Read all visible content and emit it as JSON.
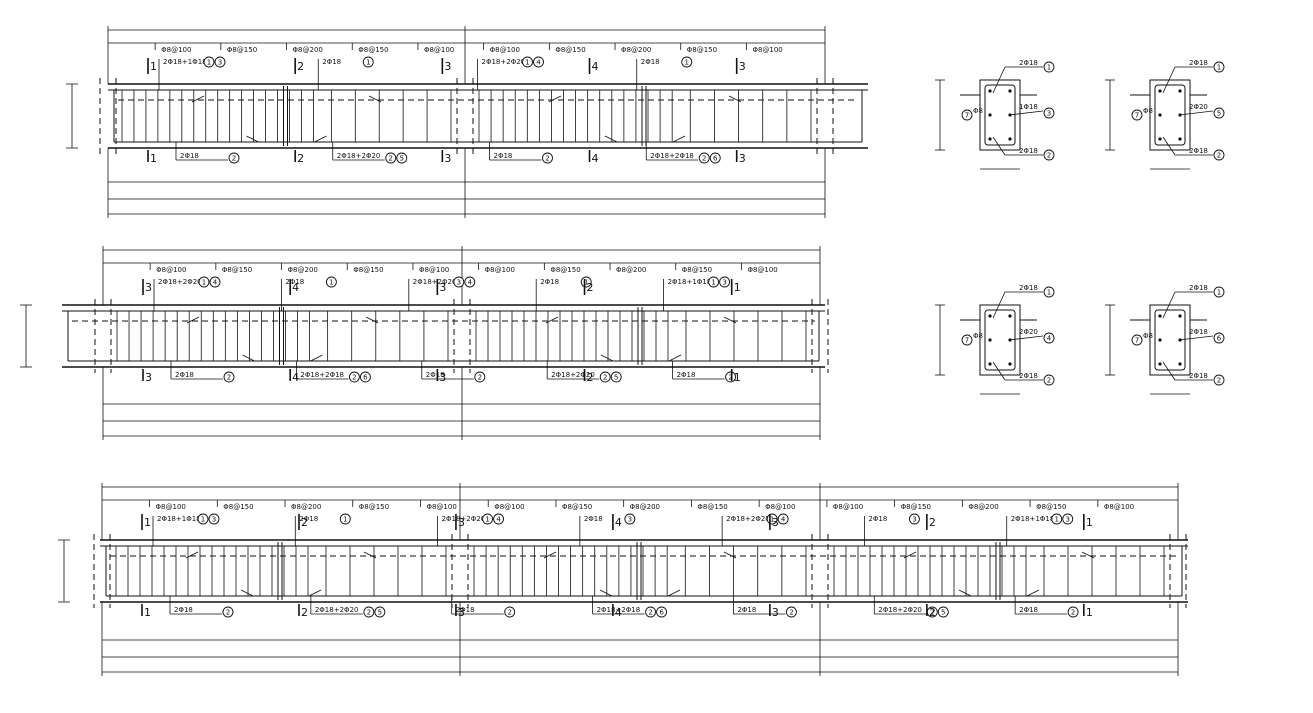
{
  "beams": [
    {
      "top_labels": [
        {
          "text": "Φ8@100"
        },
        {
          "text": "Φ8@150"
        },
        {
          "text": "Φ8@200"
        },
        {
          "text": "Φ8@150"
        },
        {
          "text": "Φ8@100"
        },
        {
          "text": "Φ8@100"
        },
        {
          "text": "Φ8@150"
        },
        {
          "text": "Φ8@200"
        },
        {
          "text": "Φ8@150"
        },
        {
          "text": "Φ8@100"
        }
      ],
      "rebar_top": [
        {
          "text": "2Φ18+1Φ18",
          "tags": [
            "1",
            "3"
          ]
        },
        {
          "text": "2Φ18",
          "tags": [
            "1"
          ]
        },
        {
          "text": "2Φ18+2Φ20",
          "tags": [
            "1",
            "4"
          ]
        },
        {
          "text": "2Φ18",
          "tags": [
            "1"
          ]
        }
      ],
      "rebar_bottom": [
        {
          "text": "2Φ18",
          "tags": [
            "2"
          ]
        },
        {
          "text": "2Φ18+2Φ20",
          "tags": [
            "2",
            "5"
          ]
        },
        {
          "text": "2Φ18",
          "tags": [
            "2"
          ]
        },
        {
          "text": "2Φ18+2Φ18",
          "tags": [
            "2",
            "6"
          ]
        }
      ],
      "sections": [
        "1",
        "2",
        "3",
        "4",
        "3"
      ]
    },
    {
      "top_labels": [
        {
          "text": "Φ8@100"
        },
        {
          "text": "Φ8@150"
        },
        {
          "text": "Φ8@200"
        },
        {
          "text": "Φ8@150"
        },
        {
          "text": "Φ8@100"
        },
        {
          "text": "Φ8@100"
        },
        {
          "text": "Φ8@150"
        },
        {
          "text": "Φ8@200"
        },
        {
          "text": "Φ8@150"
        },
        {
          "text": "Φ8@100"
        }
      ],
      "rebar_top": [
        {
          "text": "2Φ18+2Φ20",
          "tags": [
            "1",
            "4"
          ]
        },
        {
          "text": "2Φ18",
          "tags": [
            "1"
          ]
        },
        {
          "text": "2Φ18+2Φ20",
          "tags": [
            "3",
            "4"
          ]
        },
        {
          "text": "2Φ18",
          "tags": [
            "1"
          ]
        },
        {
          "text": "2Φ18+1Φ18",
          "tags": [
            "1",
            "3"
          ]
        }
      ],
      "rebar_bottom": [
        {
          "text": "2Φ18",
          "tags": [
            "2"
          ]
        },
        {
          "text": "2Φ18+2Φ18",
          "tags": [
            "2",
            "6"
          ]
        },
        {
          "text": "2Φ18",
          "tags": [
            "2"
          ]
        },
        {
          "text": "2Φ18+2Φ20",
          "tags": [
            "2",
            "5"
          ]
        },
        {
          "text": "2Φ18",
          "tags": [
            "2"
          ]
        }
      ],
      "sections": [
        "3",
        "4",
        "3",
        "2",
        "1"
      ]
    },
    {
      "top_labels": [
        {
          "text": "Φ8@100"
        },
        {
          "text": "Φ8@150"
        },
        {
          "text": "Φ8@200"
        },
        {
          "text": "Φ8@150"
        },
        {
          "text": "Φ8@100"
        },
        {
          "text": "Φ8@100"
        },
        {
          "text": "Φ8@150"
        },
        {
          "text": "Φ8@200"
        },
        {
          "text": "Φ8@150"
        },
        {
          "text": "Φ8@100"
        },
        {
          "text": "Φ8@100"
        },
        {
          "text": "Φ8@150"
        },
        {
          "text": "Φ8@200"
        },
        {
          "text": "Φ8@150"
        },
        {
          "text": "Φ8@100"
        }
      ],
      "rebar_top": [
        {
          "text": "2Φ18+1Φ18",
          "tags": [
            "1",
            "3"
          ]
        },
        {
          "text": "2Φ18",
          "tags": [
            "1"
          ]
        },
        {
          "text": "2Φ18+2Φ20",
          "tags": [
            "1",
            "4"
          ]
        },
        {
          "text": "2Φ18",
          "tags": [
            "3"
          ]
        },
        {
          "text": "2Φ18+2Φ20",
          "tags": [
            "1",
            "4"
          ]
        },
        {
          "text": "2Φ18",
          "tags": [
            "3"
          ]
        },
        {
          "text": "2Φ18+1Φ18",
          "tags": [
            "1",
            "3"
          ]
        }
      ],
      "rebar_bottom": [
        {
          "text": "2Φ18",
          "tags": [
            "2"
          ]
        },
        {
          "text": "2Φ18+2Φ20",
          "tags": [
            "2",
            "5"
          ]
        },
        {
          "text": "2Φ18",
          "tags": [
            "2"
          ]
        },
        {
          "text": "2Φ18+2Φ18",
          "tags": [
            "2",
            "6"
          ]
        },
        {
          "text": "2Φ18",
          "tags": [
            "2"
          ]
        },
        {
          "text": "2Φ18+2Φ20",
          "tags": [
            "2",
            "5"
          ]
        },
        {
          "text": "2Φ18",
          "tags": [
            "2"
          ]
        }
      ],
      "sections": [
        "1",
        "2",
        "3",
        "4",
        "3",
        "2",
        "1"
      ]
    }
  ],
  "cross_sections": [
    {
      "top": "2Φ18",
      "top_tag": "1",
      "mid": "1Φ18",
      "mid_tag": "3",
      "bottom": "2Φ18",
      "bottom_tag": "2",
      "stirrup": "Φ8",
      "stirrup_tag": "7"
    },
    {
      "top": "2Φ18",
      "top_tag": "1",
      "mid": "2Φ20",
      "mid_tag": "5",
      "bottom": "2Φ18",
      "bottom_tag": "2",
      "stirrup": "Φ8",
      "stirrup_tag": "7"
    },
    {
      "top": "2Φ18",
      "top_tag": "1",
      "mid": "2Φ20",
      "mid_tag": "4",
      "bottom": "2Φ18",
      "bottom_tag": "2",
      "stirrup": "Φ8",
      "stirrup_tag": "7"
    },
    {
      "top": "2Φ18",
      "top_tag": "1",
      "mid": "2Φ18",
      "mid_tag": "6",
      "bottom": "2Φ18",
      "bottom_tag": "2",
      "stirrup": "Φ8",
      "stirrup_tag": "7"
    }
  ]
}
